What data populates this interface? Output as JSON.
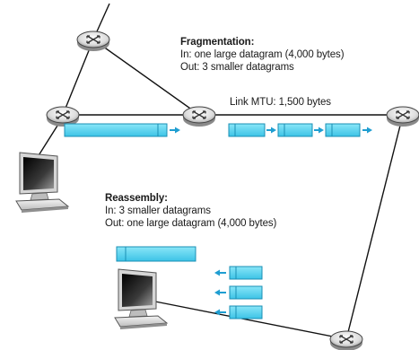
{
  "fragmentation": {
    "title": "Fragmentation:",
    "in_line": "In: one large datagram (4,000 bytes)",
    "out_line": "Out: 3 smaller datagrams"
  },
  "link": {
    "mtu_label": "Link MTU: 1,500 bytes"
  },
  "reassembly": {
    "title": "Reassembly:",
    "in_line": "In: 3 smaller datagrams",
    "out_line": "Out: one large datagram (4,000 bytes)"
  },
  "colors": {
    "datagram_fill": "#5fd4ef",
    "datagram_stroke": "#1a8fb4",
    "arrow": "#1f9ed1",
    "link_line": "#111111",
    "router_fill": "#e6e6e6",
    "router_stroke": "#444444"
  },
  "icons": {
    "router": "router-icon",
    "computer": "desktop-computer-icon"
  }
}
